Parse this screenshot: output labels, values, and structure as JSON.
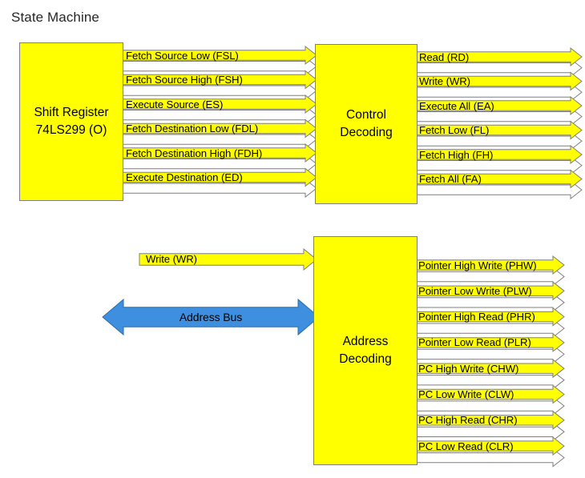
{
  "title": "State Machine",
  "colors": {
    "arrow_yellow": "#ffff00",
    "arrow_white": "#ffffff",
    "arrow_blue": "#3e8fe0",
    "outline_gray": "#7f7f7f",
    "text_black": "#000000",
    "title_gray": "#262626"
  },
  "blocks": {
    "shift_register": {
      "line1": "Shift Register",
      "line2": "74LS299 (O)"
    },
    "control_decoding": {
      "line1": "Control",
      "line2": "Decoding"
    },
    "address_decoding": {
      "line1": "Address",
      "line2": "Decoding"
    }
  },
  "state_machine_outputs": [
    {
      "label": "Fetch Source Low (FSL)"
    },
    {
      "label": "Fetch Source High (FSH)"
    },
    {
      "label": "Execute Source (ES)"
    },
    {
      "label": "Fetch Destination Low (FDL)"
    },
    {
      "label": "Fetch Destination High (FDH)"
    },
    {
      "label": "Execute Destination (ED)"
    }
  ],
  "control_outputs": [
    {
      "label": "Read (RD)"
    },
    {
      "label": "Write (WR)"
    },
    {
      "label": "Execute All (EA)"
    },
    {
      "label": "Fetch Low (FL)"
    },
    {
      "label": "Fetch High (FH)"
    },
    {
      "label": "Fetch All (FA)"
    }
  ],
  "address_inputs": [
    {
      "label": "Write (WR)",
      "kind": "yellow-arrow-right"
    },
    {
      "label": "Address Bus",
      "kind": "blue-arrow-bidirectional"
    }
  ],
  "address_outputs": [
    {
      "label": "Pointer High Write (PHW)"
    },
    {
      "label": "Pointer Low Write (PLW)"
    },
    {
      "label": "Pointer High Read (PHR)"
    },
    {
      "label": "Pointer Low Read (PLR)"
    },
    {
      "label": "PC High Write (CHW)"
    },
    {
      "label": "PC Low Write (CLW)"
    },
    {
      "label": "PC High Read (CHR)"
    },
    {
      "label": "PC Low Read (CLR)"
    }
  ]
}
